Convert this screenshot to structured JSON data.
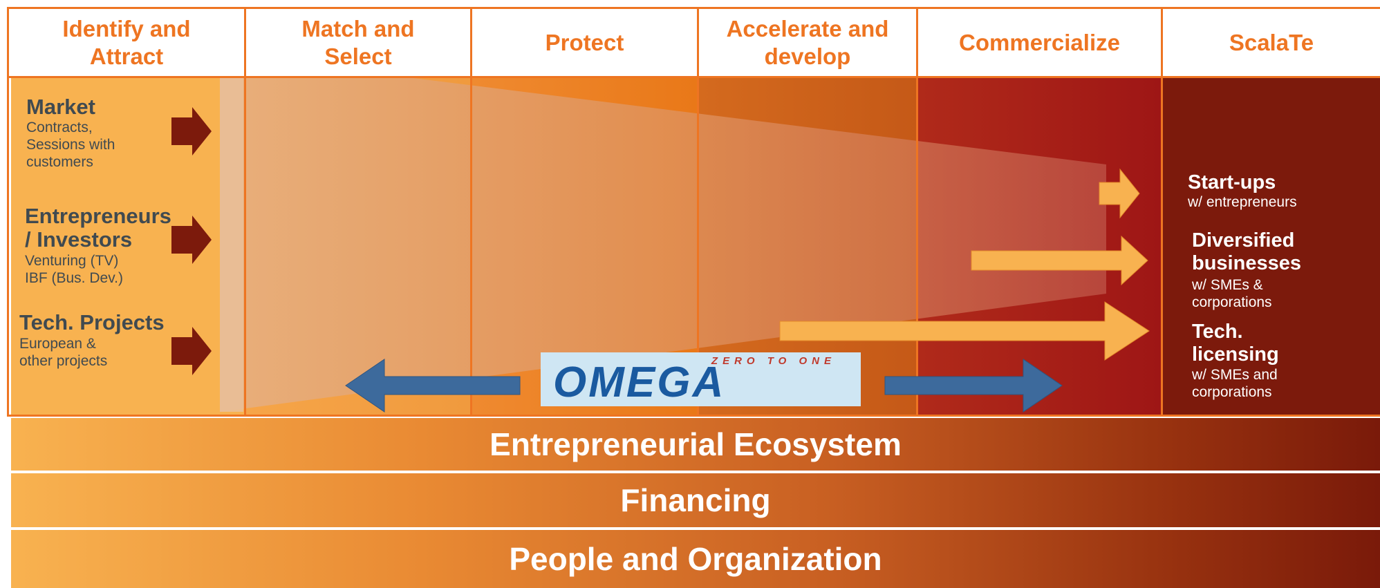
{
  "stages": [
    {
      "label": "Identify and\nAttract"
    },
    {
      "label": "Match and\nSelect"
    },
    {
      "label": "Protect"
    },
    {
      "label": "Accelerate and\ndevelop"
    },
    {
      "label": "Commercialize"
    },
    {
      "label": "ScalaTe"
    }
  ],
  "sources": [
    {
      "title": "Market",
      "sub": "Contracts,\nSessions with\ncustomers"
    },
    {
      "title": "Entrepreneurs\n/ Investors",
      "sub": "Venturing  (TV)\nIBF (Bus. Dev.)"
    },
    {
      "title": "Tech. Projects",
      "sub": "European &\nother projects"
    }
  ],
  "outcomes": [
    {
      "title": "Start-ups",
      "sub": "w/ entrepreneurs"
    },
    {
      "title": "Diversified\nbusinesses",
      "sub": "w/ SMEs &\ncorporations"
    },
    {
      "title": "Tech.\nlicensing",
      "sub": "w/ SMEs and\ncorporations"
    }
  ],
  "logo": {
    "tagline": "ZERO TO ONE",
    "name": "OMEGA"
  },
  "foundations": [
    {
      "label": "Entrepreneurial  Ecosystem"
    },
    {
      "label": "Financing"
    },
    {
      "label": "People and Organization"
    }
  ],
  "colors": {
    "accent_orange": "#ee7522",
    "light_orange": "#f8b250",
    "dark_red": "#7a1a0a",
    "arrow_blue": "#3d6a9c",
    "text_gray": "#404a50"
  }
}
